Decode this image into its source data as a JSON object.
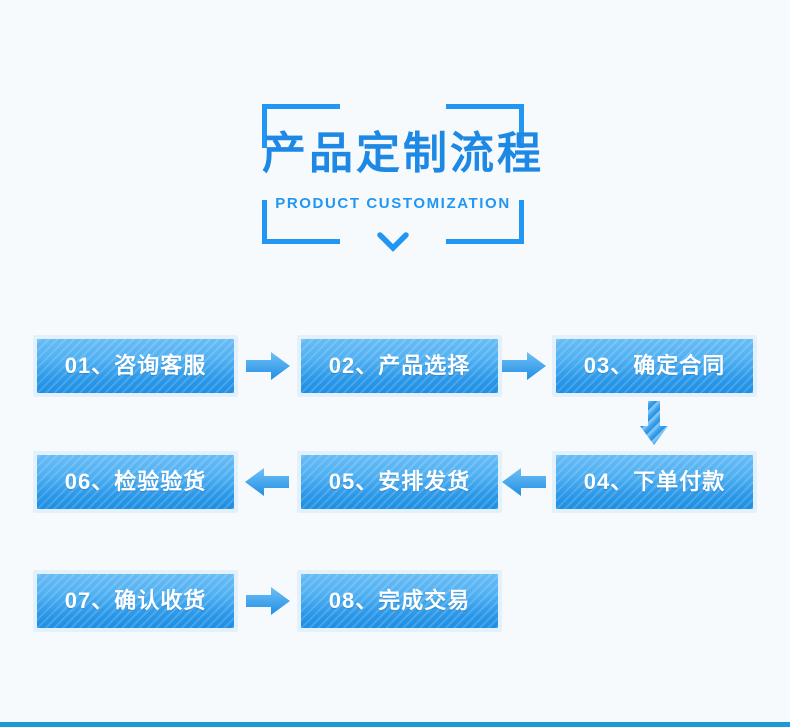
{
  "page": {
    "background_color": "#f6fafc",
    "accent_color": "#2196f3",
    "bottom_bar_color": "#1b9ad6"
  },
  "header": {
    "title_cn": "产品定制流程",
    "title_en": "PRODUCT CUSTOMIZATION",
    "title_color": "#1e88e5",
    "subtitle_color": "#2196f3",
    "frame_color": "#2196f3",
    "chevron_icon": "chevron-down-icon"
  },
  "flow": {
    "box_gradient_top": "#69bcf5",
    "box_gradient_bottom": "#1f8fe3",
    "box_border_color": "#e2f1fb",
    "label_color": "#ffffff",
    "steps": [
      {
        "id": "01",
        "label": "01、咨询客服"
      },
      {
        "id": "02",
        "label": "02、产品选择"
      },
      {
        "id": "03",
        "label": "03、确定合同"
      },
      {
        "id": "04",
        "label": "04、下单付款"
      },
      {
        "id": "05",
        "label": "05、安排发货"
      },
      {
        "id": "06",
        "label": "06、检验验货"
      },
      {
        "id": "07",
        "label": "07、确认收货"
      },
      {
        "id": "08",
        "label": "08、完成交易"
      }
    ],
    "connectors": [
      {
        "name": "arrow-01-to-02",
        "icon": "arrow-right-icon",
        "direction": "right"
      },
      {
        "name": "arrow-02-to-03",
        "icon": "arrow-right-icon",
        "direction": "right"
      },
      {
        "name": "arrow-03-to-04",
        "icon": "arrow-down-icon",
        "direction": "down"
      },
      {
        "name": "arrow-04-to-05",
        "icon": "arrow-left-icon",
        "direction": "left"
      },
      {
        "name": "arrow-05-to-06",
        "icon": "arrow-left-icon",
        "direction": "left"
      },
      {
        "name": "arrow-07-to-08",
        "icon": "arrow-right-icon",
        "direction": "right"
      }
    ]
  }
}
